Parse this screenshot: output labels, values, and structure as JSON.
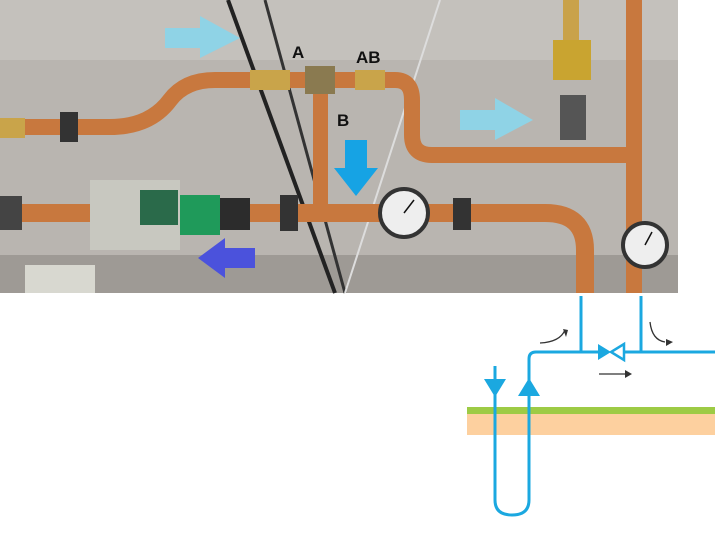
{
  "photo": {
    "labels": {
      "a": "A",
      "ab": "AB",
      "b": "B"
    }
  },
  "colors": {
    "pipe_diagram": "#1ba8e0",
    "ground_green": "#9dcb45",
    "ground_soil": "#fdd09f",
    "arrow_light": "#8fd3e6",
    "arrow_blue": "#16a3e4",
    "arrow_purple": "#4b52dc",
    "copper": "#c8783e"
  }
}
